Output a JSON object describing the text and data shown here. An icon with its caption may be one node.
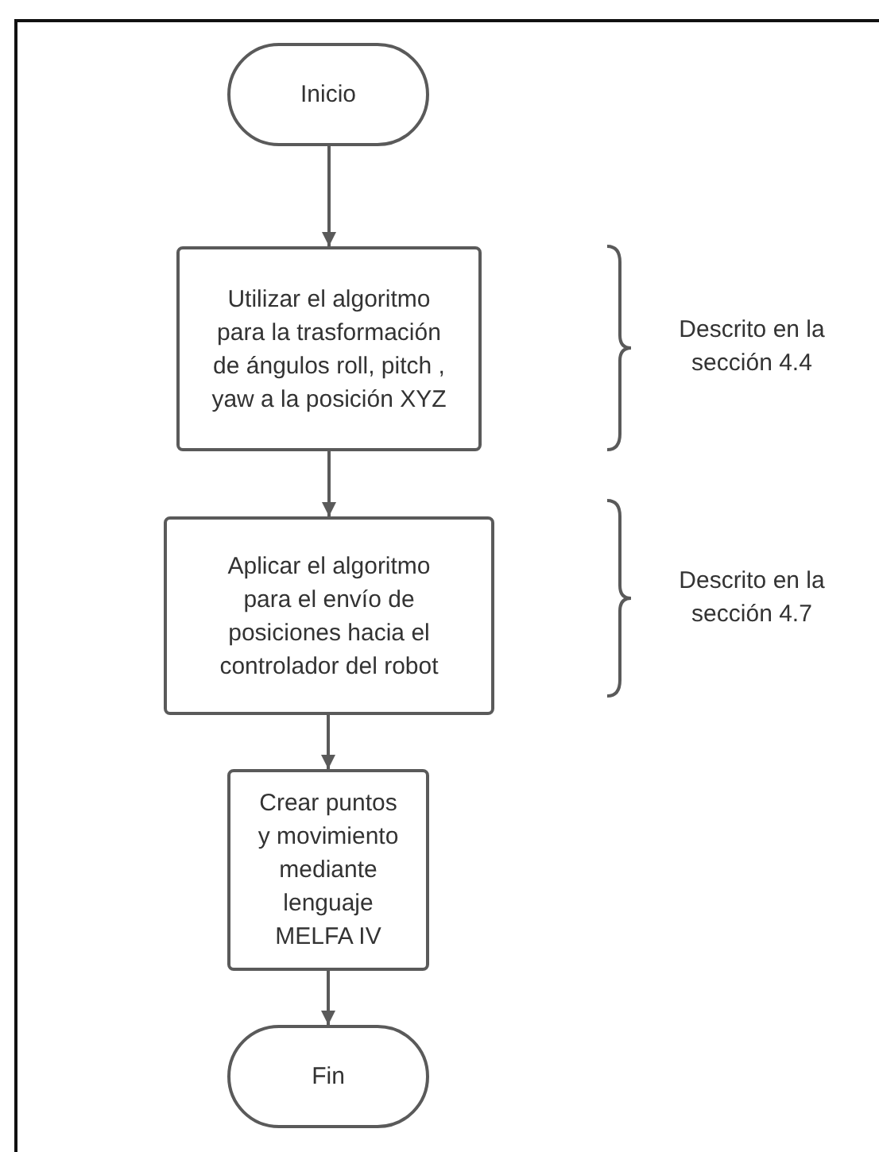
{
  "diagram": {
    "nodes": [
      {
        "text": [
          "Inicio"
        ]
      },
      {
        "text": [
          "Utilizar el algoritmo para la trasformación de ángulos roll, pitch , yaw a la posición XYZ"
        ]
      },
      {
        "text": [
          "Aplicar el algoritmo para el envío de posiciones hacia el controlador del robot"
        ]
      },
      {
        "text": [
          "Crear puntos y movimiento mediante lenguaje MELFA IV"
        ]
      },
      {
        "text": [
          "Fin"
        ]
      }
    ],
    "edges": [
      {
        "from": 0,
        "to": 1,
        "arrow": "to"
      },
      {
        "from": 1,
        "to": 2,
        "arrow": "to"
      },
      {
        "from": 2,
        "to": 3,
        "arrow": "to"
      },
      {
        "from": 3,
        "to": 4,
        "arrow": "to"
      }
    ],
    "labels": [
      "Descrito en la sección 4.4",
      "Descrito en la sección 4.7"
    ]
  }
}
